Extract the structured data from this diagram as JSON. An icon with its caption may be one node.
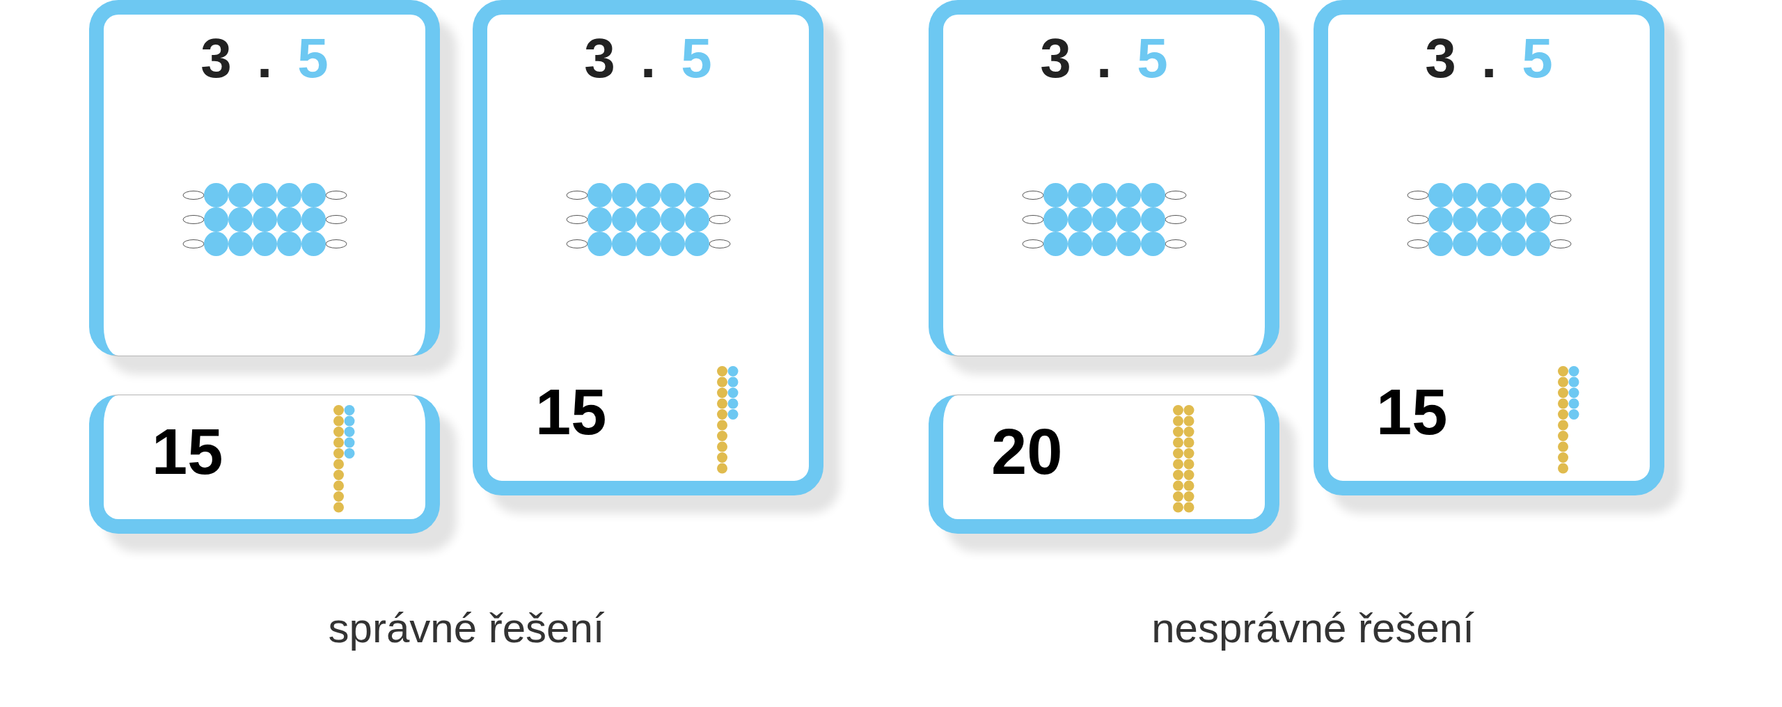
{
  "diagram": {
    "nodes": [
      {
        "text": [
          "3 . 5"
        ]
      },
      {
        "text": [
          "15"
        ]
      },
      {
        "text": [
          "3 . 5",
          "15"
        ]
      },
      {
        "text": [
          "3 . 5"
        ]
      },
      {
        "text": [
          "20"
        ]
      },
      {
        "text": [
          "3 . 5",
          "15"
        ]
      }
    ],
    "labels": [
      "správné řešení",
      "nesprávné řešení"
    ]
  }
}
